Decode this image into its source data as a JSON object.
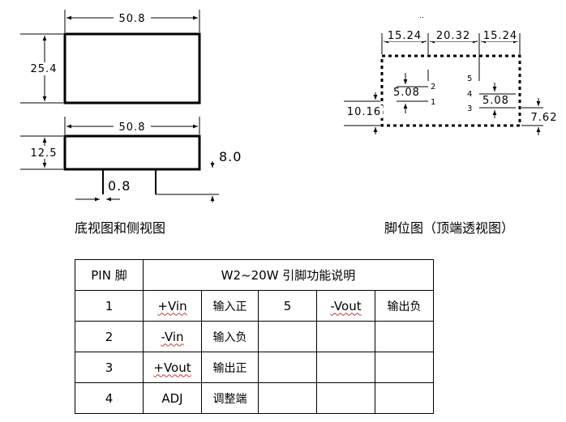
{
  "drawings": {
    "marker": "..",
    "bottom_view": {
      "width_label": "50.8",
      "height_label": "25.4"
    },
    "side_view": {
      "width_label": "50.8",
      "height_label": "12.5",
      "pin_length_label": "8.0",
      "pin_diameter_label": "0.8"
    },
    "pin_view": {
      "dims_top": [
        "15.24",
        "20.32",
        "15.24"
      ],
      "left_pin_spacing": "5.08",
      "right_pin_spacing": "5.08",
      "left_offset": "10.16",
      "right_offset": "7.62",
      "left_pins": [
        "2",
        "1"
      ],
      "right_pins": [
        "5",
        "4",
        "3"
      ]
    }
  },
  "captions": {
    "left": "底视图和侧视图",
    "right": "脚位图（顶端透视图）"
  },
  "table": {
    "header_pin": "PIN 脚",
    "header_title": "W2~20W  引脚功能说明",
    "rows": [
      {
        "pin": "1",
        "name": "+Vin",
        "func": "输入正",
        "pin2": "5",
        "name2": "-Vout",
        "func2": "输出负"
      },
      {
        "pin": "2",
        "name": "-Vin",
        "func": "输入负",
        "pin2": "",
        "name2": "",
        "func2": ""
      },
      {
        "pin": "3",
        "name": "+Vout",
        "func": "输出正",
        "pin2": "",
        "name2": "",
        "func2": ""
      },
      {
        "pin": "4",
        "name": "ADJ",
        "func": "调整端",
        "pin2": "",
        "name2": "",
        "func2": ""
      }
    ]
  }
}
